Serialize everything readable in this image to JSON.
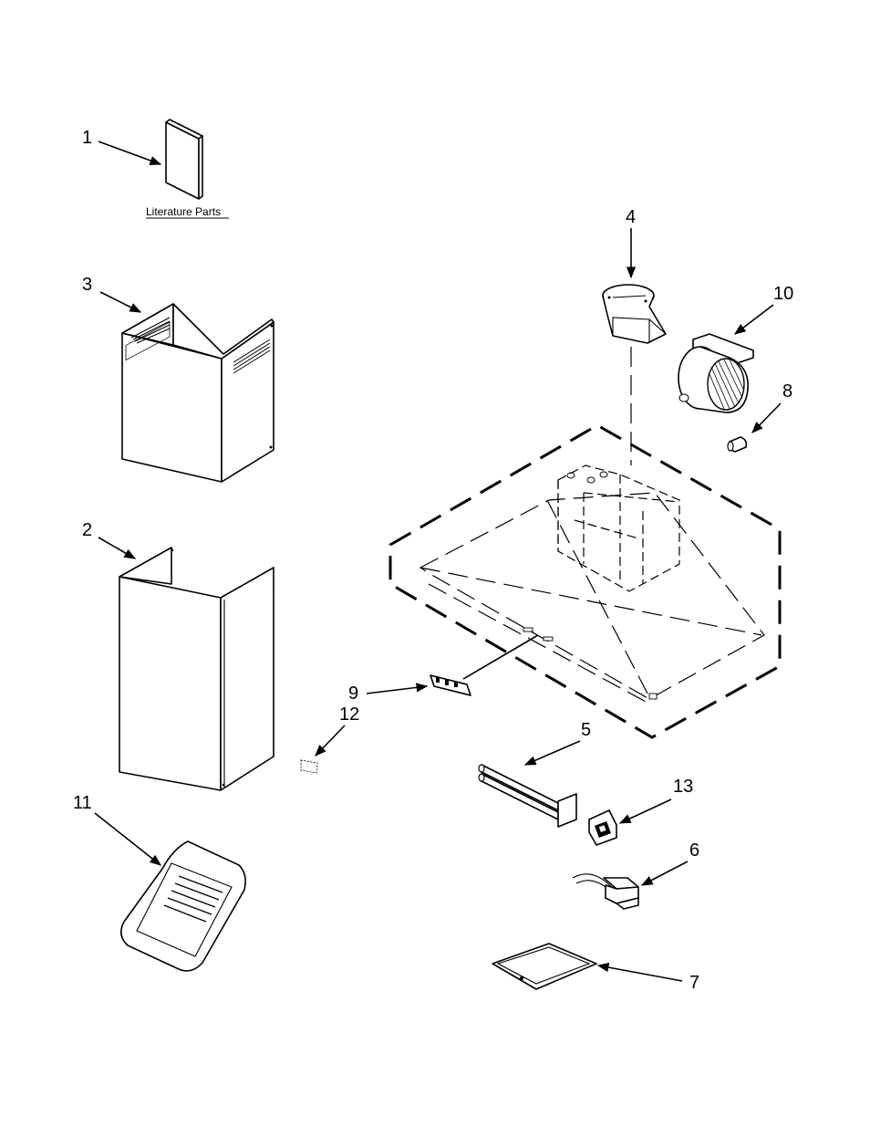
{
  "literature_label": "Literature Parts",
  "callouts": {
    "c1": "1",
    "c2": "2",
    "c3": "3",
    "c4": "4",
    "c5": "5",
    "c6": "6",
    "c7": "7",
    "c8": "8",
    "c9": "9",
    "c10": "10",
    "c11": "11",
    "c12": "12",
    "c13": "13"
  }
}
